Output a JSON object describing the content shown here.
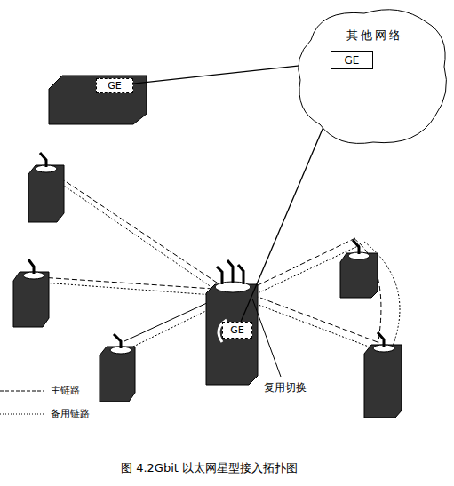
{
  "diagram": {
    "caption": "图 4.2Gbit 以太网星型接入拓扑图",
    "nodes": [
      {
        "text": [
          "其他网络"
        ]
      },
      {
        "text": [
          "GE"
        ],
        "in": 0
      },
      {
        "text": [
          "GE"
        ]
      },
      {
        "text": [
          "GE"
        ]
      }
    ],
    "edges": [
      {
        "from": 2,
        "to": 1,
        "arrow": "none"
      },
      {
        "from": 1,
        "to": 3,
        "arrow": "none"
      }
    ],
    "labels": [
      "复用切换"
    ],
    "legend": [
      {
        "text": "主链路"
      },
      {
        "text": "备用链路"
      }
    ]
  }
}
